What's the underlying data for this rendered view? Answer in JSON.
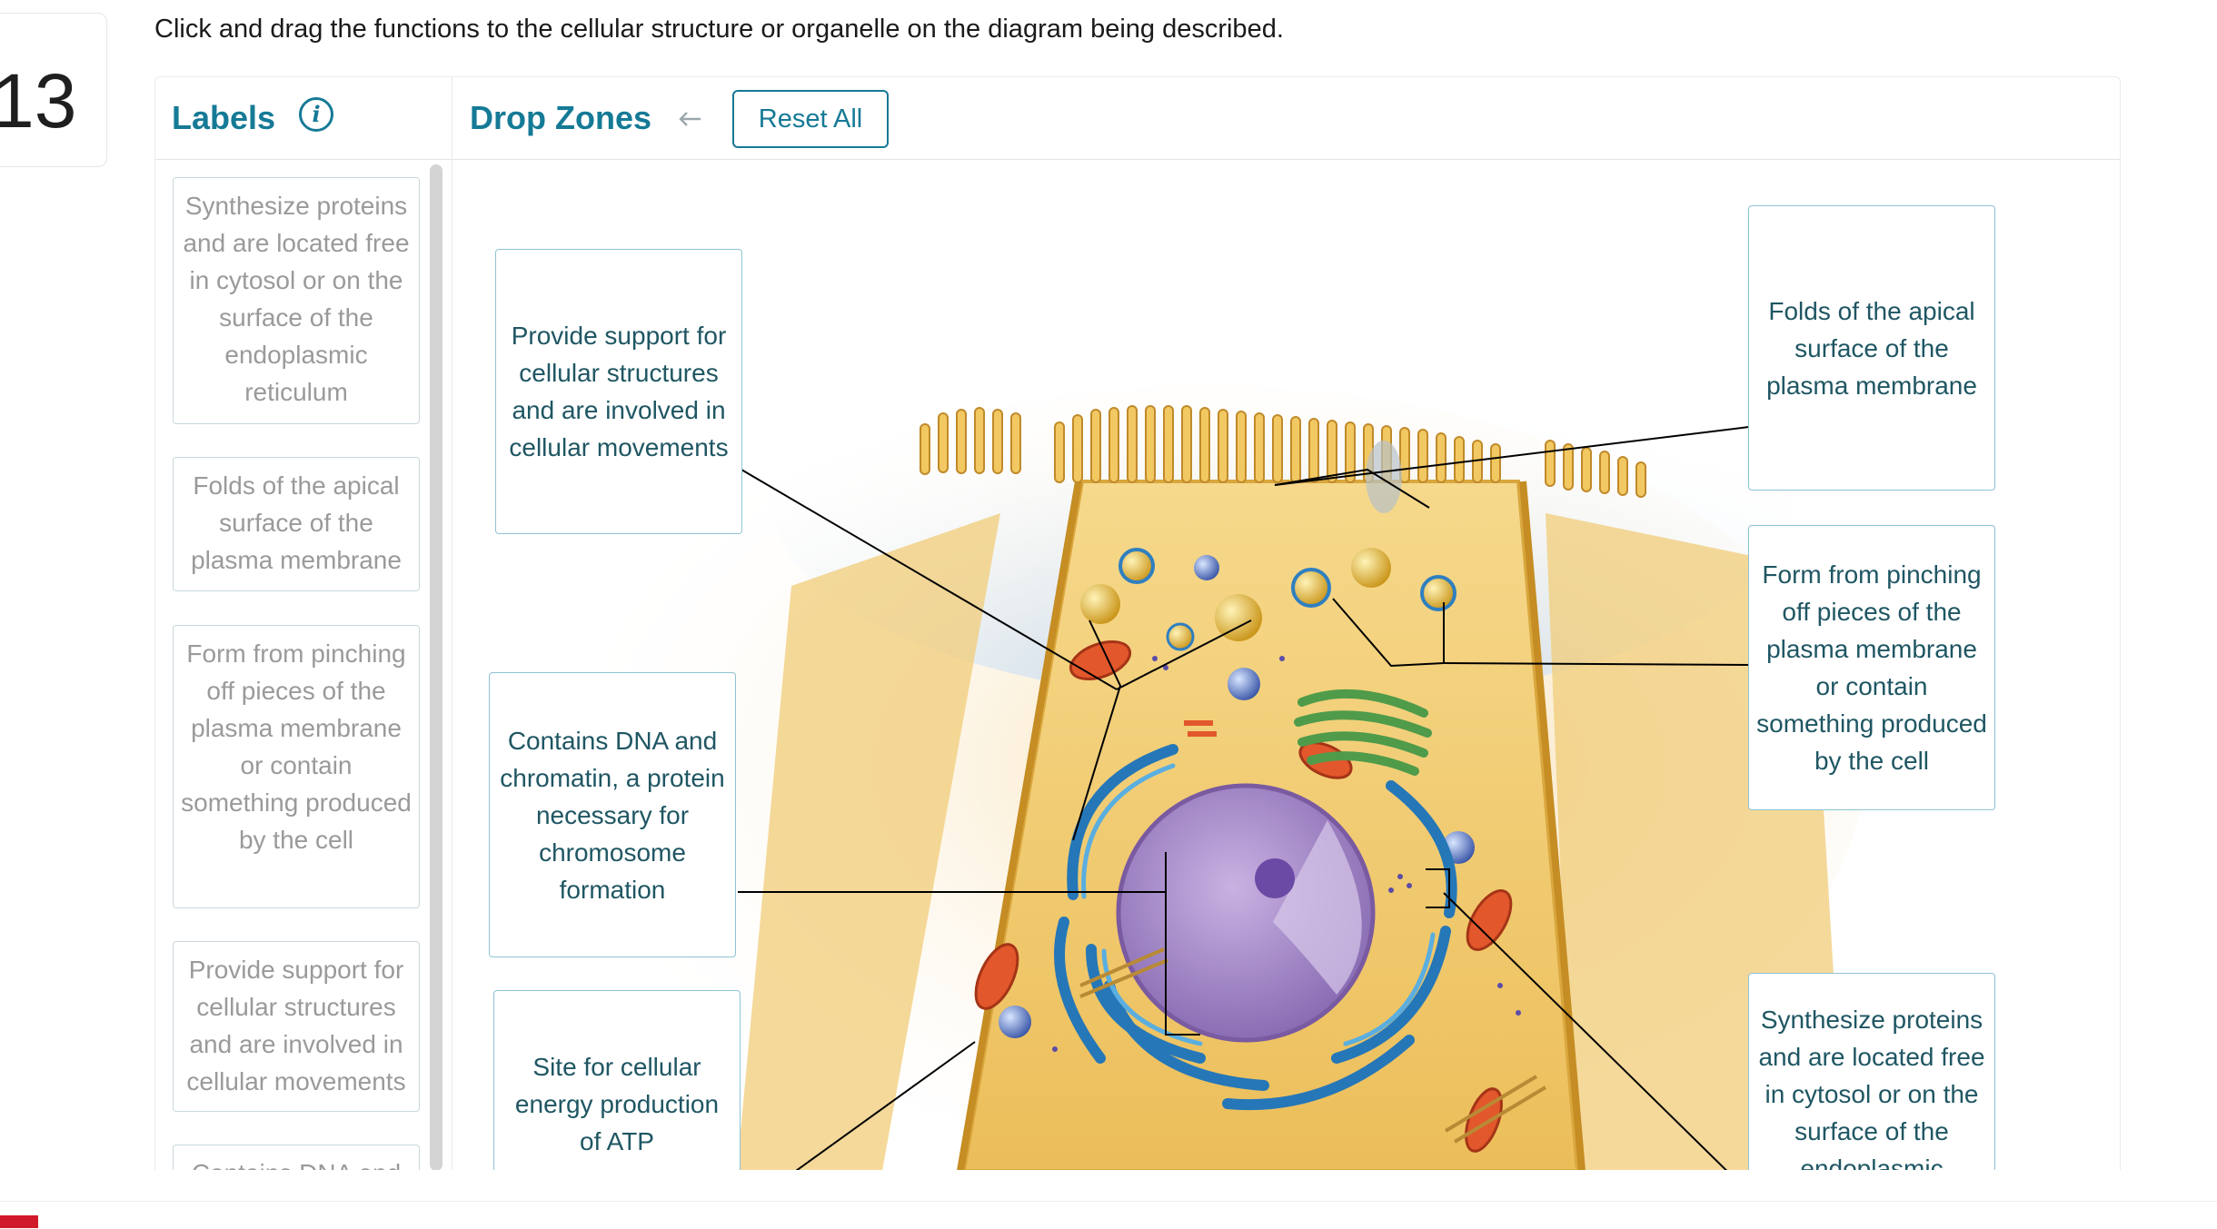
{
  "question": {
    "number": "13",
    "prompt": "Click and drag the functions to the cellular structure or organelle on the diagram being described."
  },
  "labels_panel": {
    "title": "Labels",
    "info_icon": "info-icon"
  },
  "dropzones_panel": {
    "title": "Drop Zones",
    "undo_icon": "undo-arrow-icon",
    "reset_label": "Reset All"
  },
  "labels": [
    "Synthesize proteins and are located free in cytosol or on the surface of the endoplasmic reticulum",
    "Folds of the apical surface of the plasma membrane",
    "Form from pinching off pieces of the plasma membrane or contain something produced by the cell",
    "Provide support for cellular structures and are involved in cellular movements",
    "Contains DNA and"
  ],
  "drop_zones": [
    "Provide support for cellular structures and are involved in cellular movements",
    "Contains DNA and chromatin, a protein necessary for chromosome formation",
    "Site for cellular energy production of ATP",
    "Folds of the apical surface of the plasma membrane",
    "Form from pinching off pieces of the plasma membrane or contain something produced by the cell",
    "Synthesize proteins and are located free in cytosol or on the surface of the endoplasmic"
  ],
  "colors": {
    "accent": "#157a96",
    "zone_text": "#1f5663",
    "label_text": "#9a9a9a"
  }
}
